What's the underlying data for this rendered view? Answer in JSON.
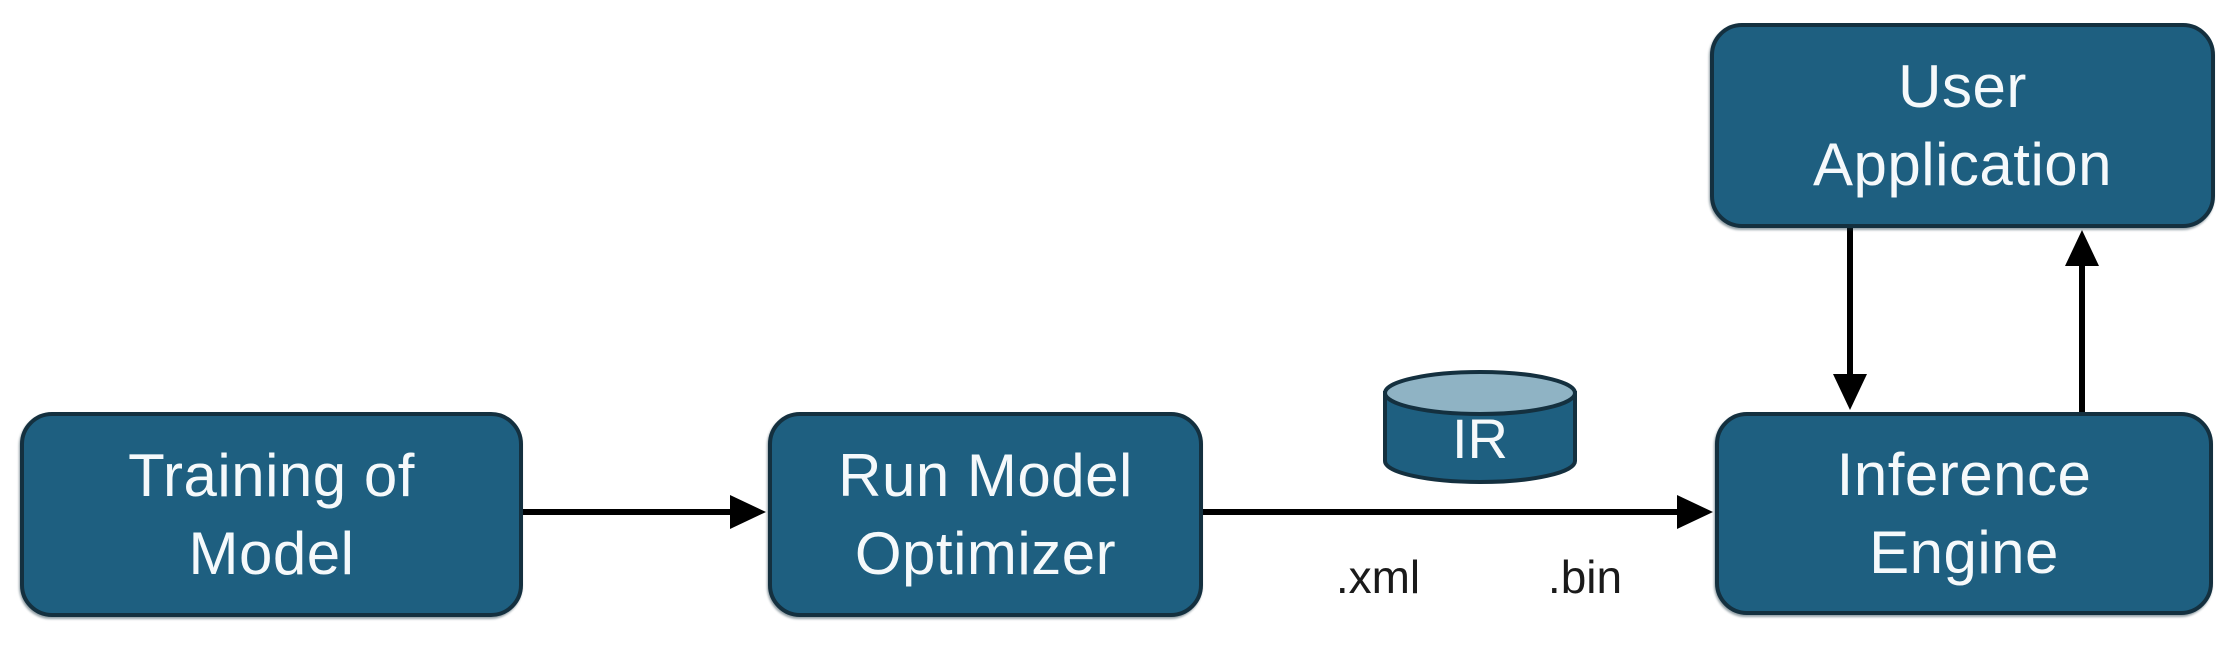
{
  "diagram": {
    "description": "Model deployment workflow diagram",
    "nodes": {
      "training": {
        "id": "training",
        "label": "Training of\nModel"
      },
      "optimizer": {
        "id": "optimizer",
        "label": "Run Model\nOptimizer"
      },
      "inference": {
        "id": "inference",
        "label": "Inference\nEngine"
      },
      "user_app": {
        "id": "user_app",
        "label": "User\nApplication"
      }
    },
    "datastore": {
      "id": "ir",
      "label": "IR",
      "shape": "cylinder"
    },
    "file_labels": {
      "xml": ".xml",
      "bin": ".bin"
    },
    "edges": [
      {
        "from": "training",
        "to": "optimizer",
        "direction": "right"
      },
      {
        "from": "optimizer",
        "to": "inference",
        "direction": "right",
        "annotation": "IR (.xml, .bin)"
      },
      {
        "from": "user_app",
        "to": "inference",
        "direction": "down"
      },
      {
        "from": "inference",
        "to": "user_app",
        "direction": "up"
      }
    ]
  },
  "colors": {
    "box-fill": "#1E5F80",
    "box-border": "#14303F",
    "cylinder-top": "#8FB3C4",
    "arrow": "#000000",
    "box-text": "#F5F9FB",
    "label-text": "#1A1A1A",
    "background": "#FFFFFF"
  }
}
